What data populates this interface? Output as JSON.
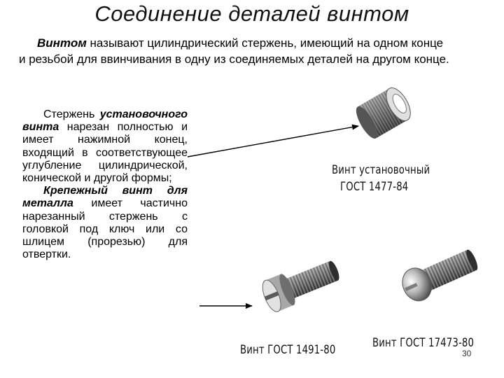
{
  "title": "Соединение деталей винтом",
  "intro": {
    "term": "Винтом",
    "rest": " называют цилиндрический стержень, имеющий на одном конце и резьбой для ввинчивания в одну из соединяемых деталей на другом конце."
  },
  "paragraph1": {
    "before": "Стержень ",
    "term": "установочного винта",
    "after": " нарезан полностью и имеет нажимной конец, входящий в соответствующее углубление цилиндрической, конической и другой формы;"
  },
  "paragraph2": {
    "term": "Крепежный винт для металла",
    "after": " имеет частично нарезанный стержень с головкой под ключ или со шлицем (прорезью) для отвертки."
  },
  "captions": {
    "setscrew_line1": "Винт установочный",
    "setscrew_line2": "ГОСТ 1477-84",
    "screw_1491": "Винт ГОСТ 1491-80",
    "screw_17473": "Винт ГОСТ 17473-80"
  },
  "page_number": "30"
}
